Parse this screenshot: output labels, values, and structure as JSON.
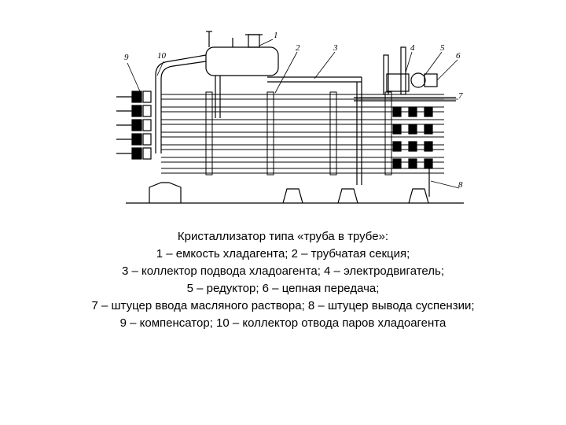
{
  "figure": {
    "callouts": [
      "1",
      "2",
      "3",
      "4",
      "5",
      "6",
      "7",
      "8",
      "9",
      "10"
    ]
  },
  "caption": {
    "lines": [
      "Кристаллизатор типа «труба в трубе»:",
      "1 – емкость хладагента; 2 – трубчатая секция;",
      "3 – коллектор подвода хладоагента; 4 – электродвигатель;",
      "5 – редуктор; 6 – цепная передача;",
      "7 – штуцер ввода масляного раствора; 8 – штуцер вывода суспензии;",
      "9 – компенсатор; 10 – коллектор отвода паров хладоагента"
    ]
  }
}
